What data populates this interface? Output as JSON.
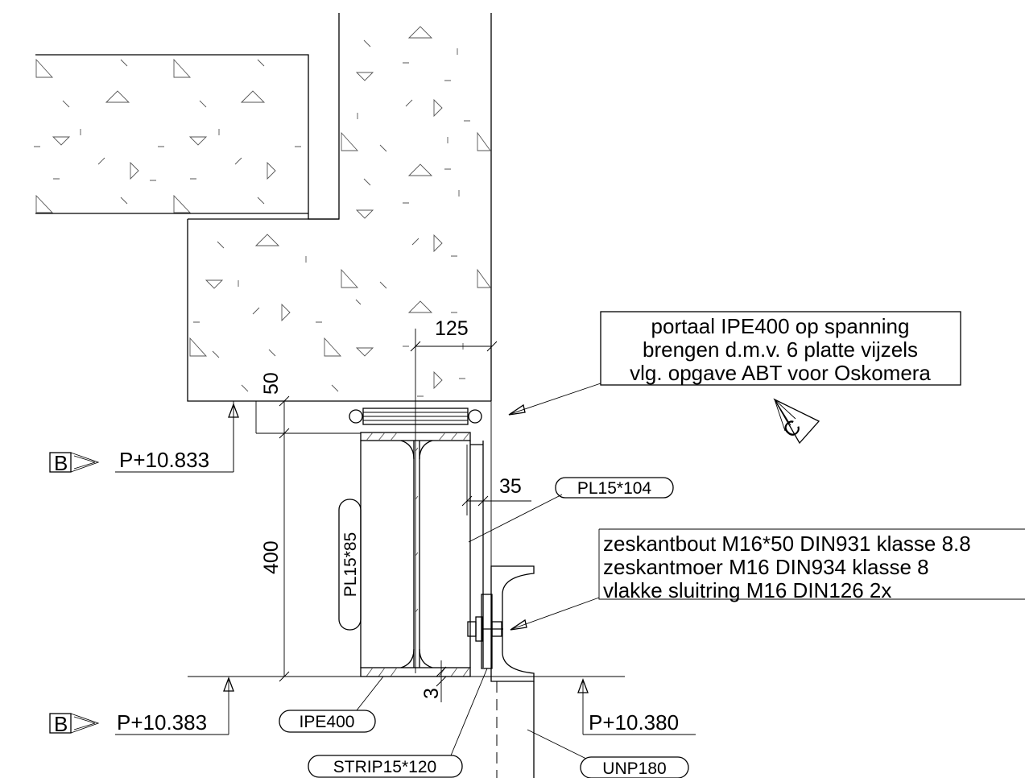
{
  "notes": {
    "jacks": [
      "portaal IPE400 op spanning",
      "brengen d.m.v. 6 platte vijzels",
      "vlg. opgave ABT voor Oskomera"
    ],
    "bolt": [
      "zeskantbout M16*50 DIN931 klasse 8.8",
      "zeskantmoer M16 DIN934 klasse 8",
      "vlakke sluitring M16 DIN126 2x"
    ]
  },
  "dimensions": {
    "d125": "125",
    "d50": "50",
    "d400": "400",
    "d35": "35",
    "d3": "3"
  },
  "tags": {
    "pl15_104": "PL15*104",
    "pl15_85": "PL15*85",
    "ipe400": "IPE400",
    "strip": "STRIP15*120",
    "unp180": "UNP180"
  },
  "levels": {
    "top": "P+10.833",
    "bottom_left": "P+10.383",
    "bottom_right": "P+10.380"
  },
  "markers": {
    "section_b": "B",
    "view_c": "C"
  },
  "icons": {
    "section": "section-marker-icon",
    "view": "view-marker-icon",
    "level": "level-arrow-icon"
  }
}
